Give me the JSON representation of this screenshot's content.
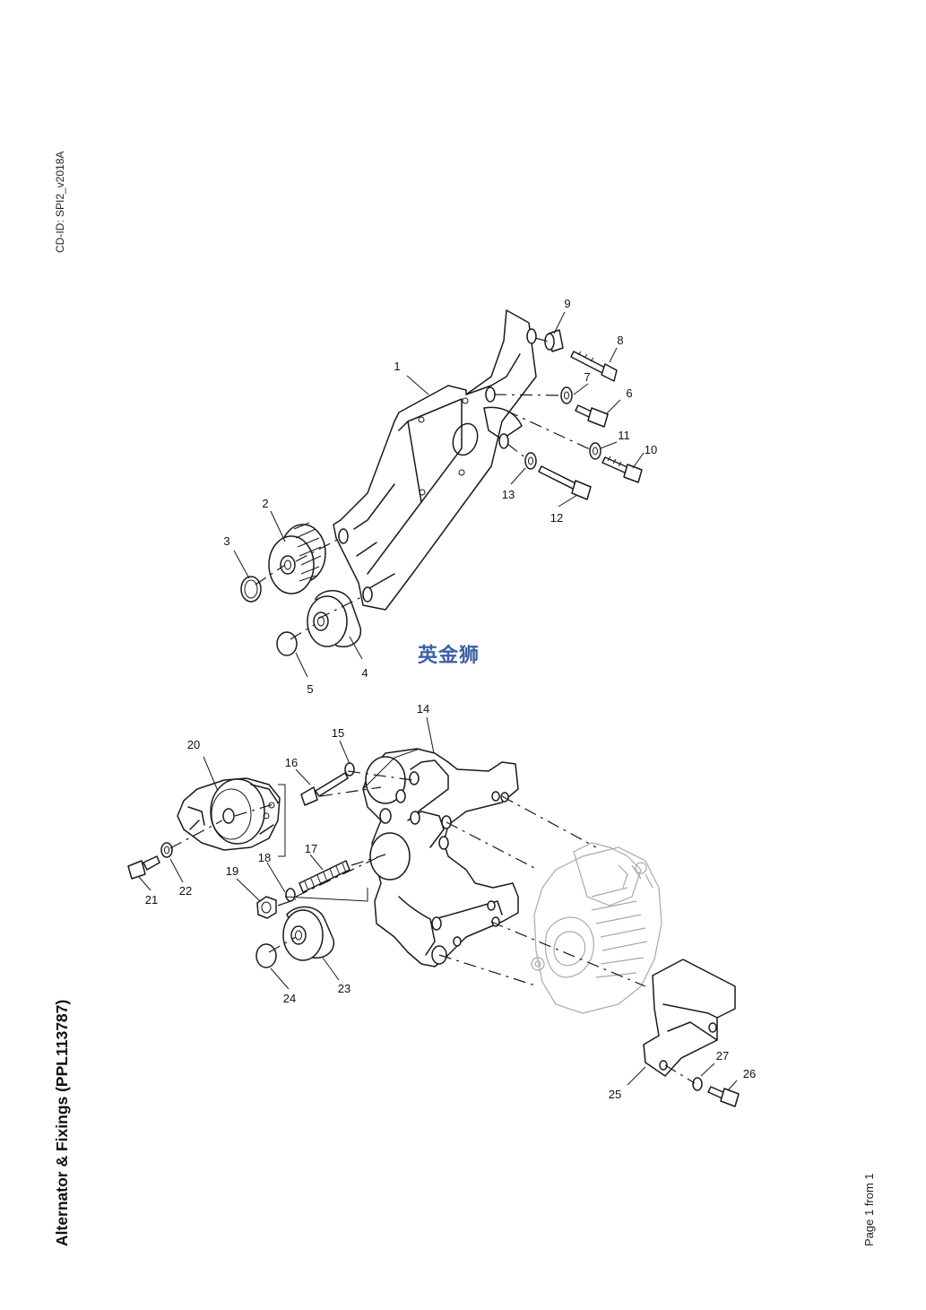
{
  "document": {
    "cd_id": "CD-ID: SPI2_v2018A",
    "title": "Alternator & Fixings (PPL113787)",
    "page_number": "Page 1 from 1",
    "watermark": "英金狮"
  },
  "diagram": {
    "callouts": [
      "1",
      "2",
      "3",
      "4",
      "5",
      "6",
      "7",
      "8",
      "9",
      "10",
      "11",
      "12",
      "13",
      "14",
      "15",
      "16",
      "17",
      "18",
      "19",
      "20",
      "21",
      "22",
      "23",
      "24",
      "25",
      "26",
      "27"
    ]
  }
}
